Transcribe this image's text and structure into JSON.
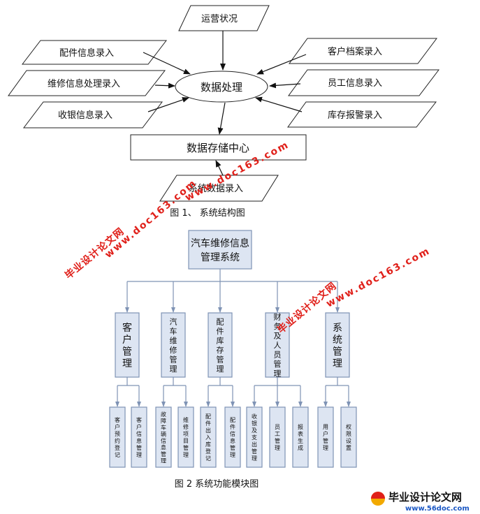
{
  "fig1": {
    "top_input": "运营状况",
    "left_inputs": [
      "配件信息录入",
      "维修信息处理录入",
      "收银信息录入"
    ],
    "right_inputs": [
      "客户档案录入",
      "员工信息录入",
      "库存报警录入"
    ],
    "center": "数据处理",
    "storage": "数据存储中心",
    "bottom_input": "系统数据录入",
    "caption": "图 1、  系统结构图"
  },
  "fig2": {
    "root_lines": [
      "汽车维修信息",
      "管理系统"
    ],
    "modules": [
      {
        "label": "客户管理",
        "children": [
          "客户预约登记",
          "客户信息管理"
        ]
      },
      {
        "label": "汽车维修管理",
        "children": [
          "故障车辆信息管理",
          "维修项目管理"
        ]
      },
      {
        "label": "配件库存管理",
        "children": [
          "配件出入库登记",
          "配件信息管理"
        ]
      },
      {
        "label": "财务及人员管理",
        "children": [
          "收银及支出管理",
          "员工管理",
          "报表生成"
        ]
      },
      {
        "label": "系统管理",
        "children": [
          "用户管理",
          "权限设置"
        ]
      }
    ],
    "caption": "图 2  系统功能模块图"
  },
  "watermarks": {
    "url": "www.doc163.com",
    "site": "毕业设计论文网",
    "logo_text": "毕业设计论文网",
    "logo_url": "www.56doc.com"
  },
  "colors": {
    "box_fill": "#dde5f2",
    "box_stroke": "#7f93b5",
    "connector": "#7f93b5",
    "watermark": "#e0201a"
  }
}
